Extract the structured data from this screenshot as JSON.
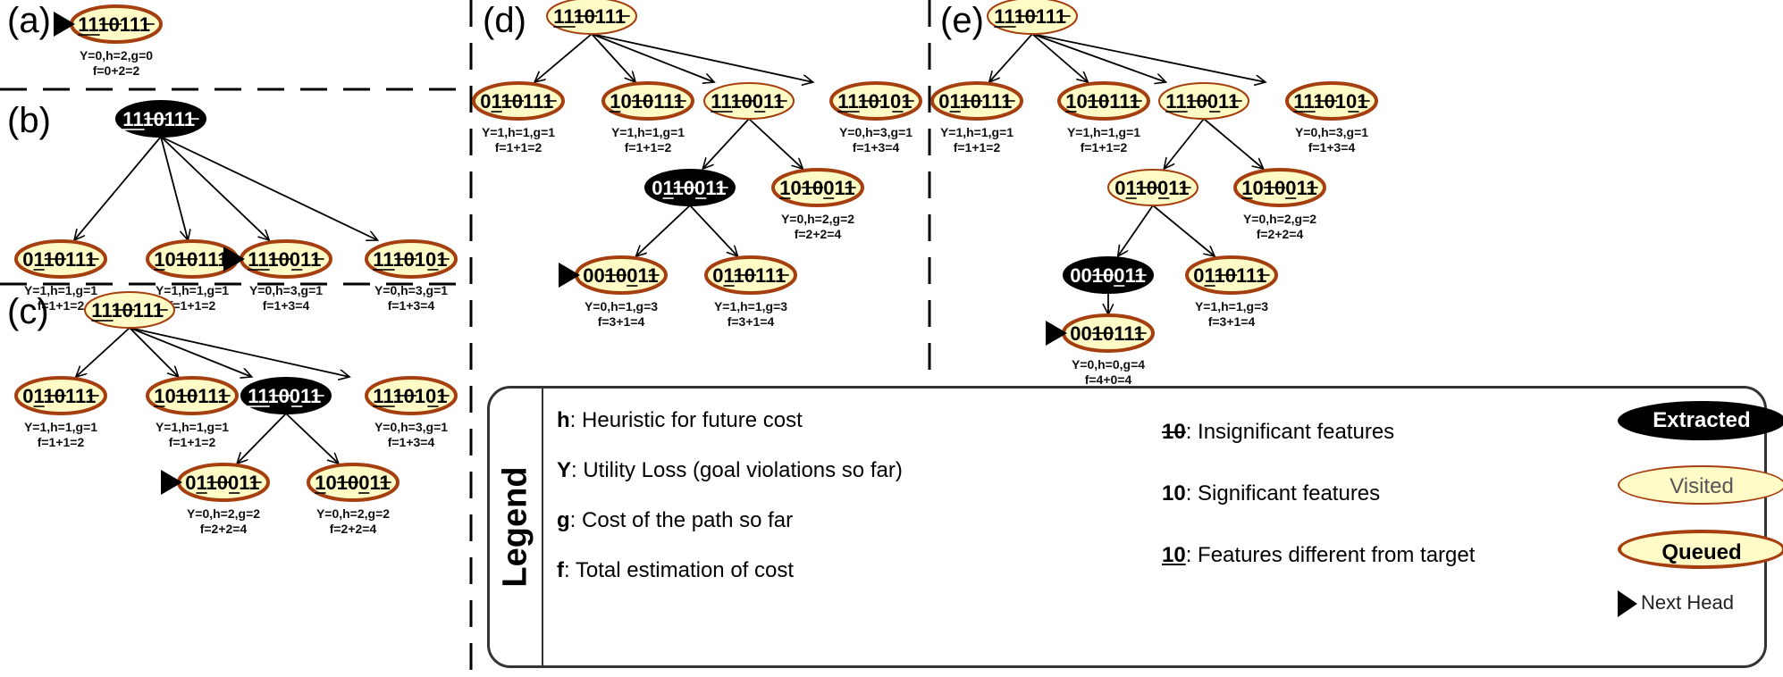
{
  "panels": [
    {
      "label": "(a)",
      "nodes": [
        {
          "id": "a0",
          "bits": "1110111",
          "state": "queued",
          "head": true,
          "stats": "Y=0,h=2,g=0",
          "f": "f=0+2=2"
        }
      ]
    },
    {
      "label": "(b)",
      "nodes": [
        {
          "id": "b0",
          "bits": "1110111",
          "state": "extracted"
        },
        {
          "id": "b1",
          "parent": "b0",
          "bits": "0110111",
          "state": "queued",
          "stats": "Y=1,h=1,g=1",
          "f": "f=1+1=2"
        },
        {
          "id": "b2",
          "parent": "b0",
          "bits": "1010111",
          "state": "queued",
          "stats": "Y=1,h=1,g=1",
          "f": "f=1+1=2"
        },
        {
          "id": "b3",
          "parent": "b0",
          "bits": "1110011",
          "state": "queued",
          "head": true,
          "stats": "Y=0,h=3,g=1",
          "f": "f=1+3=4"
        },
        {
          "id": "b4",
          "parent": "b0",
          "bits": "1110101",
          "state": "queued",
          "stats": "Y=0,h=3,g=1",
          "f": "f=1+3=4"
        }
      ]
    },
    {
      "label": "(c)",
      "nodes": [
        {
          "id": "c0",
          "bits": "1110111",
          "state": "visited"
        },
        {
          "id": "c1",
          "parent": "c0",
          "bits": "0110111",
          "state": "queued",
          "stats": "Y=1,h=1,g=1",
          "f": "f=1+1=2"
        },
        {
          "id": "c2",
          "parent": "c0",
          "bits": "1010111",
          "state": "queued",
          "stats": "Y=1,h=1,g=1",
          "f": "f=1+1=2"
        },
        {
          "id": "c3",
          "parent": "c0",
          "bits": "1110011",
          "state": "extracted"
        },
        {
          "id": "c4",
          "parent": "c0",
          "bits": "1110101",
          "state": "queued",
          "stats": "Y=0,h=3,g=1",
          "f": "f=1+3=4"
        },
        {
          "id": "c5",
          "parent": "c3",
          "bits": "0110011",
          "state": "queued",
          "head": true,
          "stats": "Y=0,h=2,g=2",
          "f": "f=2+2=4"
        },
        {
          "id": "c6",
          "parent": "c3",
          "bits": "1010011",
          "state": "queued",
          "stats": "Y=0,h=2,g=2",
          "f": "f=2+2=4"
        }
      ]
    },
    {
      "label": "(d)",
      "nodes": [
        {
          "id": "d0",
          "bits": "1110111",
          "state": "visited"
        },
        {
          "id": "d1",
          "parent": "d0",
          "bits": "0110111",
          "state": "queued",
          "stats": "Y=1,h=1,g=1",
          "f": "f=1+1=2"
        },
        {
          "id": "d2",
          "parent": "d0",
          "bits": "1010111",
          "state": "queued",
          "stats": "Y=1,h=1,g=1",
          "f": "f=1+1=2"
        },
        {
          "id": "d3",
          "parent": "d0",
          "bits": "1110011",
          "state": "visited"
        },
        {
          "id": "d4",
          "parent": "d0",
          "bits": "1110101",
          "state": "queued",
          "stats": "Y=0,h=3,g=1",
          "f": "f=1+3=4"
        },
        {
          "id": "d5",
          "parent": "d3",
          "bits": "0110011",
          "state": "extracted"
        },
        {
          "id": "d6",
          "parent": "d3",
          "bits": "1010011",
          "state": "queued",
          "stats": "Y=0,h=2,g=2",
          "f": "f=2+2=4"
        },
        {
          "id": "d7",
          "parent": "d5",
          "bits": "0010011",
          "state": "queued",
          "head": true,
          "stats": "Y=0,h=1,g=3",
          "f": "f=3+1=4"
        },
        {
          "id": "d8",
          "parent": "d5",
          "bits": "0110111",
          "state": "queued",
          "stats": "Y=1,h=1,g=3",
          "f": "f=3+1=4"
        }
      ]
    },
    {
      "label": "(e)",
      "nodes": [
        {
          "id": "e0",
          "bits": "1110111",
          "state": "visited"
        },
        {
          "id": "e1",
          "parent": "e0",
          "bits": "0110111",
          "state": "queued",
          "stats": "Y=1,h=1,g=1",
          "f": "f=1+1=2"
        },
        {
          "id": "e2",
          "parent": "e0",
          "bits": "1010111",
          "state": "queued",
          "stats": "Y=1,h=1,g=1",
          "f": "f=1+1=2"
        },
        {
          "id": "e3",
          "parent": "e0",
          "bits": "1110011",
          "state": "visited"
        },
        {
          "id": "e4",
          "parent": "e0",
          "bits": "1110101",
          "state": "queued",
          "stats": "Y=0,h=3,g=1",
          "f": "f=1+3=4"
        },
        {
          "id": "e5",
          "parent": "e3",
          "bits": "0110011",
          "state": "visited"
        },
        {
          "id": "e6",
          "parent": "e3",
          "bits": "1010011",
          "state": "queued",
          "stats": "Y=0,h=2,g=2",
          "f": "f=2+2=4"
        },
        {
          "id": "e7",
          "parent": "e5",
          "bits": "0010011",
          "state": "extracted"
        },
        {
          "id": "e8",
          "parent": "e5",
          "bits": "0110111",
          "state": "queued",
          "stats": "Y=1,h=1,g=3",
          "f": "f=3+1=4"
        },
        {
          "id": "e9",
          "parent": "e7",
          "bits": "0010111",
          "state": "queued",
          "head": true,
          "stats": "Y=0,h=0,g=4",
          "f": "f=4+0=4"
        }
      ]
    }
  ],
  "legend": {
    "title": "Legend",
    "defs": [
      {
        "key": "h",
        "text": ": Heuristic for future cost"
      },
      {
        "key": "Y",
        "text": ": Utility Loss (goal violations so far)"
      },
      {
        "key": "g",
        "text": ": Cost of the path so far"
      },
      {
        "key": "f",
        "text": ": Total estimation of cost"
      }
    ],
    "features": [
      {
        "key": "10",
        "text": ": Insignificant features"
      },
      {
        "key": "10",
        "text": ": Significant features"
      },
      {
        "key": "10",
        "text": ": Features different from target"
      }
    ],
    "states": {
      "extracted": "Extracted",
      "visited": "Visited",
      "queued": "Queued",
      "next_head": "Next Head"
    }
  },
  "colors": {
    "node_fill": "#fffbc6",
    "node_border": "#a63f10",
    "extracted": "#000000"
  }
}
